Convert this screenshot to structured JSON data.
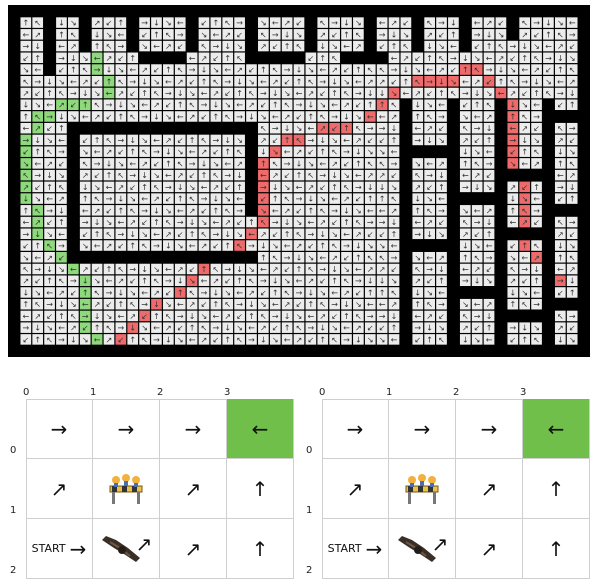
{
  "colors": {
    "wall": "#000000",
    "maze_cell": "#ececec",
    "maze_arrow": "#333333",
    "learned_path": "#8ed97c",
    "optimal_path": "#ef6b6b",
    "goal_cell": "#6fbf4a"
  },
  "maze": {
    "description_arrows": [
      "→",
      "←",
      "↑",
      "↓",
      "↗",
      "↖",
      "↘",
      "↙"
    ]
  },
  "gridworld": {
    "col_labels": [
      "0",
      "1",
      "2",
      "3"
    ],
    "row_labels": [
      "0",
      "1",
      "2"
    ],
    "start_label": "START",
    "panels": [
      {
        "cells": [
          [
            {
              "arrow": "→"
            },
            {
              "arrow": "→"
            },
            {
              "arrow": "→"
            },
            {
              "arrow": "←",
              "goal": true
            }
          ],
          [
            {
              "arrow": "↗"
            },
            {
              "icon": "road-barrier-icon"
            },
            {
              "arrow": "↗"
            },
            {
              "arrow": "↑"
            }
          ],
          [
            {
              "arrow": "→",
              "start": true
            },
            {
              "arrow": "↗",
              "icon": "pothole-icon"
            },
            {
              "arrow": "↗"
            },
            {
              "arrow": "↑"
            }
          ]
        ]
      },
      {
        "cells": [
          [
            {
              "arrow": "→"
            },
            {
              "arrow": "→"
            },
            {
              "arrow": "→"
            },
            {
              "arrow": "←",
              "goal": true
            }
          ],
          [
            {
              "arrow": "↗"
            },
            {
              "icon": "road-barrier-icon"
            },
            {
              "arrow": "↗"
            },
            {
              "arrow": "↑"
            }
          ],
          [
            {
              "arrow": "→",
              "start": true
            },
            {
              "arrow": "↗",
              "icon": "pothole-icon"
            },
            {
              "arrow": "↗"
            },
            {
              "arrow": "↑"
            }
          ]
        ]
      }
    ]
  }
}
